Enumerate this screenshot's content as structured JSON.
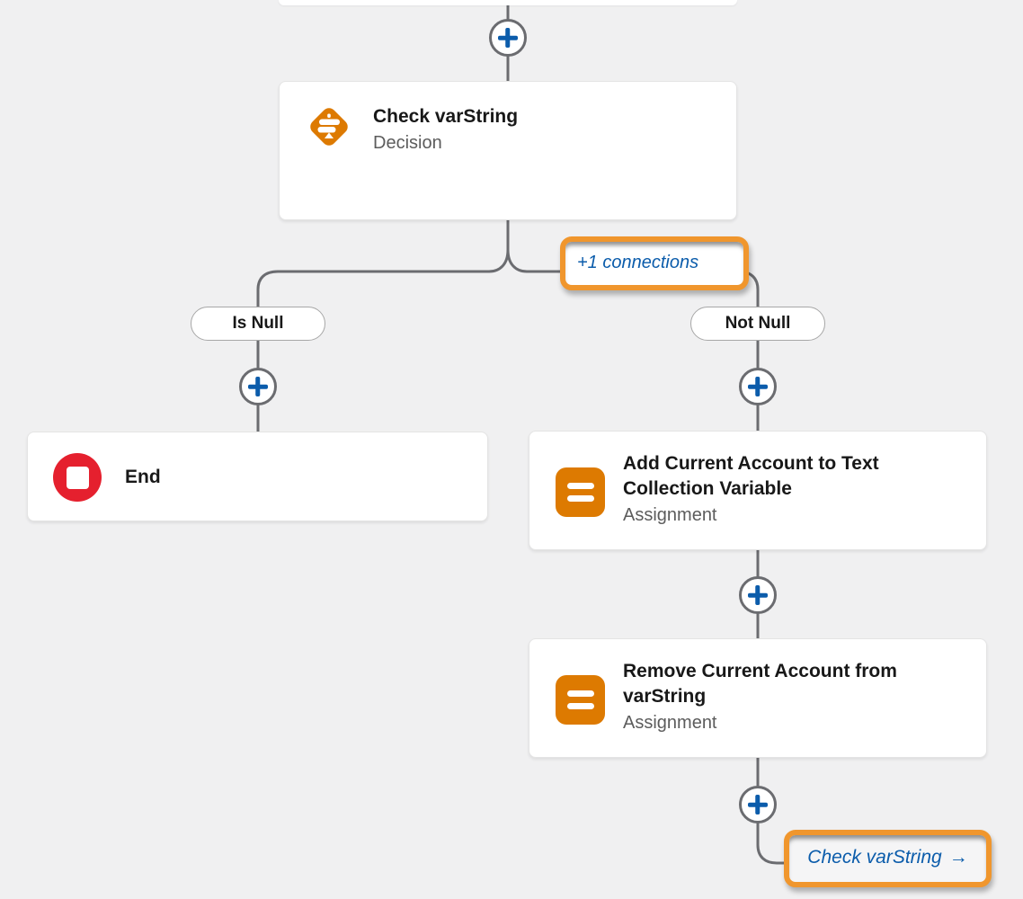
{
  "app": "flow-builder-canvas",
  "colors": {
    "canvas_background": "#F0F0F1",
    "connector_gray": "#6B6C70",
    "accent_blue": "#0B5CAB",
    "node_orange": "#DD7A01",
    "end_red": "#E5202E",
    "annotation_highlight_orange": "#F0962D",
    "title_text": "#181818",
    "subtitle_text": "#5C5C5C"
  },
  "icons": {
    "decision": "decision-diamond-icon",
    "assignment": "assignment-equals-icon",
    "end": "end-stop-icon",
    "add_element": "plus-icon",
    "goto_arrow": "right-arrow-icon"
  },
  "nodes": {
    "decision": {
      "title": "Check varString",
      "type_label": "Decision",
      "connections_link": "+1 connections"
    },
    "end": {
      "title": "End"
    },
    "assignment_add": {
      "title": "Add Current Account to Text Collection Variable",
      "type_label": "Assignment"
    },
    "assignment_remove": {
      "title": "Remove Current Account from varString",
      "type_label": "Assignment"
    }
  },
  "branches": {
    "left_label": "Is Null",
    "right_label": "Not Null"
  },
  "goto": {
    "label": "Check varString",
    "arrow": "→"
  }
}
